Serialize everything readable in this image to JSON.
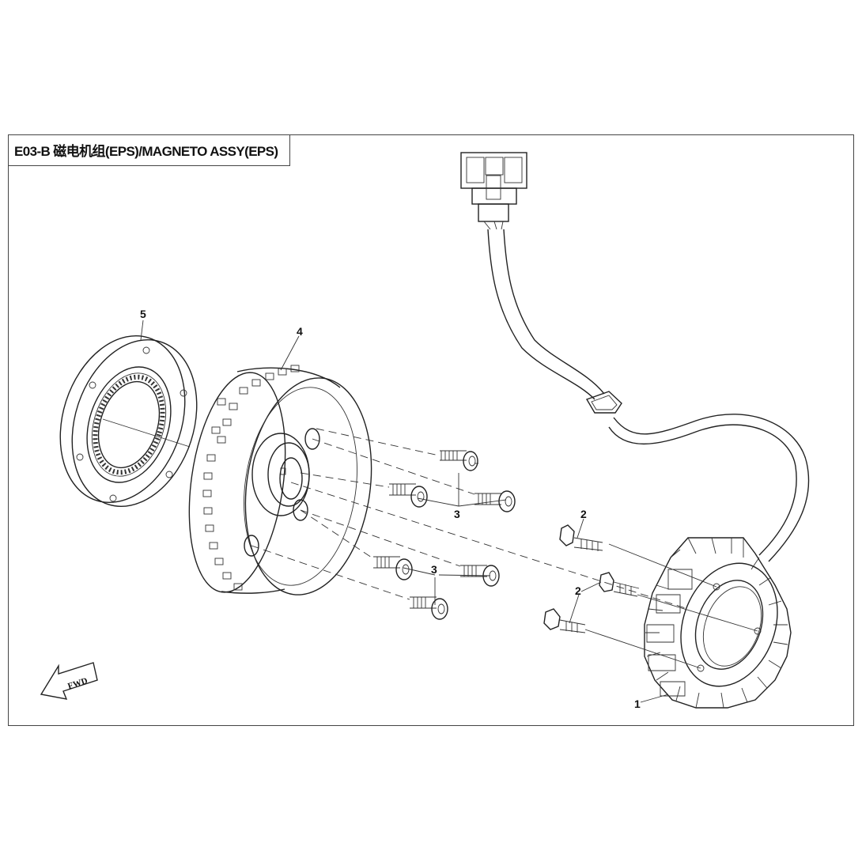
{
  "title": "E03-B 磁电机组(EPS)/MAGNETO ASSY(EPS)",
  "fwd_label": "FWD",
  "callouts": [
    "1",
    "2",
    "2",
    "3",
    "3",
    "4",
    "5"
  ]
}
